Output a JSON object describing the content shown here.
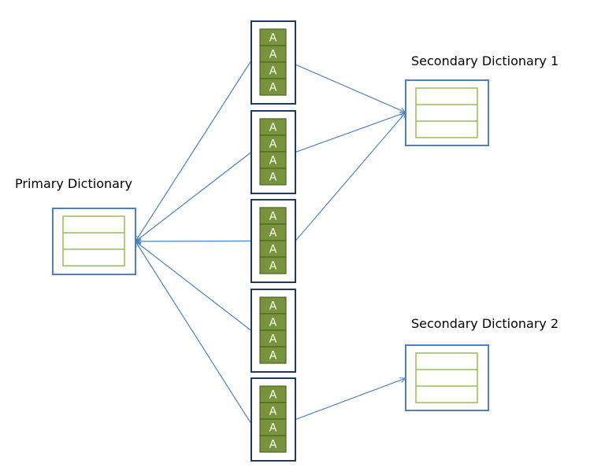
{
  "primary": {
    "label": "Primary Dictionary"
  },
  "secondaries": [
    {
      "label": "Secondary Dictionary 1"
    },
    {
      "label": "Secondary Dictionary 2"
    }
  ],
  "blocks": [
    {
      "cells": [
        "A",
        "A",
        "A",
        "A"
      ],
      "links_secondary": 1
    },
    {
      "cells": [
        "A",
        "A",
        "A",
        "A"
      ],
      "links_secondary": 1
    },
    {
      "cells": [
        "A",
        "A",
        "A",
        "A"
      ],
      "links_secondary": 1
    },
    {
      "cells": [
        "A",
        "A",
        "A",
        "A"
      ],
      "links_secondary": null
    },
    {
      "cells": [
        "A",
        "A",
        "A",
        "A"
      ],
      "links_secondary": 2
    }
  ],
  "colors": {
    "box_border": "#4f81bd",
    "arrow": "#4f81bd",
    "block_border": "#1f3864",
    "cell_fill": "#77933c",
    "cell_border": "#4f6228",
    "cell_text": "#ffffff",
    "dict_row_border": "#9bbb59"
  }
}
